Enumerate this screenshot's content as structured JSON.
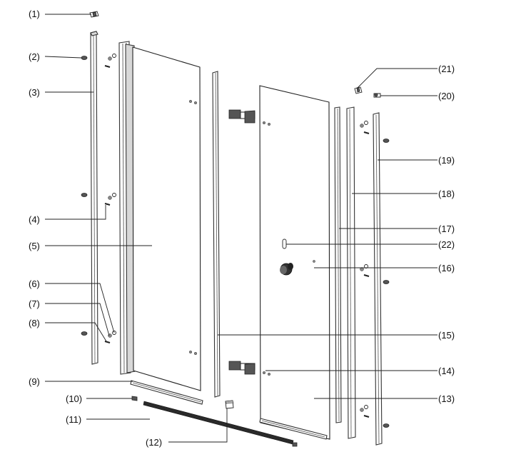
{
  "labels": {
    "l1": "(1)",
    "l2": "(2)",
    "l3": "(3)",
    "l4": "(4)",
    "l5": "(5)",
    "l6": "(6)",
    "l7": "(7)",
    "l8": "(8)",
    "l9": "(9)",
    "l10": "(10)",
    "l11": "(11)",
    "l12": "(12)",
    "l13": "(13)",
    "l14": "(14)",
    "l15": "(15)",
    "l16": "(16)",
    "l17": "(17)",
    "l18": "(18)",
    "l19": "(19)",
    "l20": "(20)",
    "l21": "(21)",
    "l22": "(22)"
  }
}
